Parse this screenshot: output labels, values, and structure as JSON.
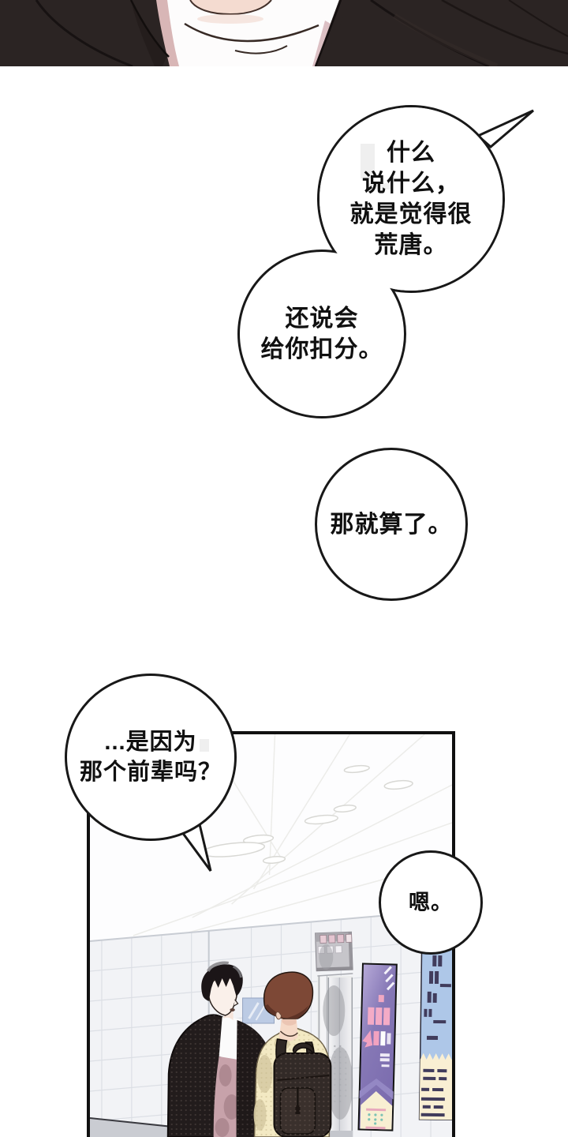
{
  "comic": {
    "bubbles": [
      {
        "name": "bubble-1",
        "lines": [
          "什么",
          "说什么，",
          "就是觉得很",
          "荒唐。"
        ]
      },
      {
        "name": "bubble-2",
        "lines": [
          "还说会",
          "给你扣分。"
        ]
      },
      {
        "name": "bubble-3",
        "lines": [
          "那就算了。"
        ]
      },
      {
        "name": "bubble-4",
        "lines": [
          "...是因为",
          "那个前辈吗？"
        ]
      },
      {
        "name": "bubble-5",
        "lines": [
          "嗯。"
        ]
      }
    ],
    "panels": [
      {
        "name": "panel-torso-closeup"
      },
      {
        "name": "panel-elevator-hallway"
      }
    ],
    "colors": {
      "page_bg": "#ffffff",
      "ink": "#181818",
      "jacket_dark": "#2b2423",
      "shirt_white": "#fdfcfc",
      "skin": "#f4dbd0",
      "lining_pink": "#d8b6b6",
      "wall_tile": "#f2f3f6",
      "tile_line": "#dcdfe5",
      "floor_gray": "#caccd2",
      "poster_purple": "#8678b6",
      "poster_pink": "#f4abc6",
      "poster_blue": "#aec7e8",
      "poster_cream": "#f9efd3",
      "poster_navy": "#413c5c",
      "hair_black": "#1b1517",
      "hair_brown": "#7d4836",
      "jacket_cream": "#f3e9c3",
      "shirt_pink": "#c7a2aa",
      "backpack_dark": "#322a27",
      "elevator_metal": "#d8d9de",
      "button_pink": "#e4c4d0"
    }
  }
}
